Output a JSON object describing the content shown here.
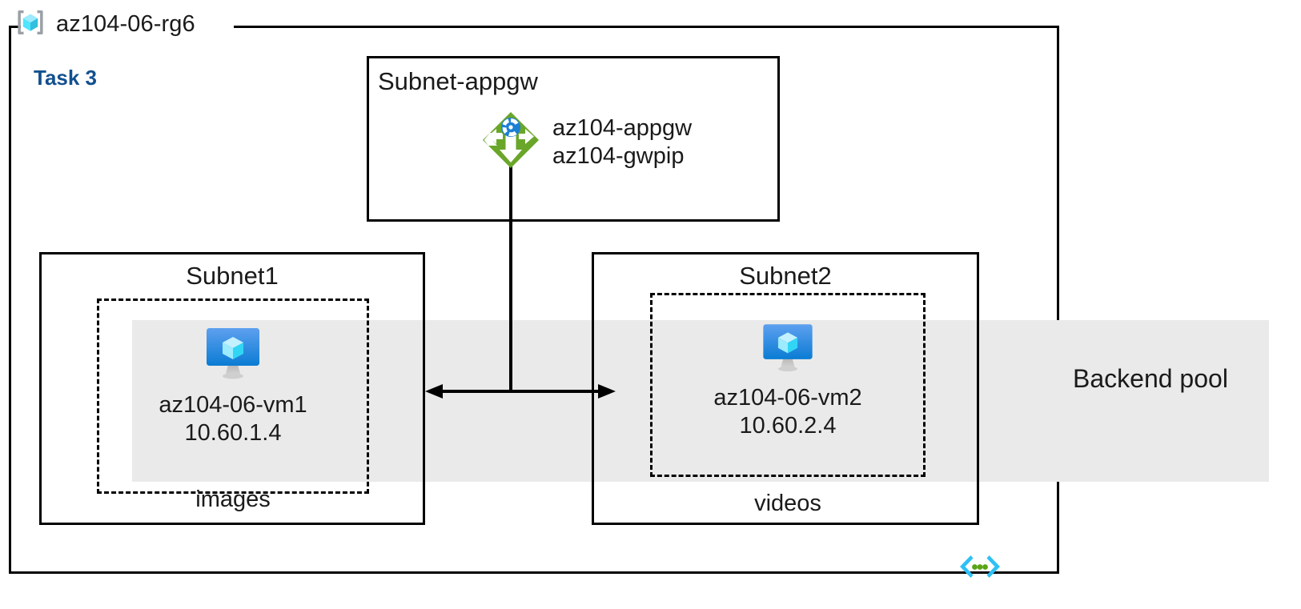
{
  "diagram": {
    "type": "azure-architecture",
    "resource_group": {
      "name": "az104-06-rg6",
      "icon": "azure-resource-group-icon"
    },
    "task_badge": {
      "label": "Task 3",
      "color": "#12508f"
    },
    "backend_pool": {
      "label": "Backend pool",
      "band_color": "#eaeaea"
    },
    "bottom_icon": {
      "name": "code-brackets-icon",
      "bracket_color": "#29b6f6",
      "dot_color": "#5aa416"
    },
    "subnets": [
      {
        "id": "subnet-appgw",
        "title": "Subnet-appgw",
        "title_align": "left",
        "resource": {
          "icon": "application-gateway-icon",
          "icon_color": "#6aa62a",
          "labels": [
            "az104-appgw",
            "az104-gwpip"
          ]
        }
      },
      {
        "id": "subnet1",
        "title": "Subnet1",
        "title_align": "center",
        "footer": "images",
        "vm": {
          "icon": "virtual-machine-icon",
          "name": "az104-06-vm1",
          "ip": "10.60.1.4"
        }
      },
      {
        "id": "subnet2",
        "title": "Subnet2",
        "title_align": "center",
        "footer": "videos",
        "vm": {
          "icon": "virtual-machine-icon",
          "name": "az104-06-vm2",
          "ip": "10.60.2.4"
        }
      }
    ],
    "connectors": [
      {
        "from": "subnet-appgw",
        "to": "subnet1",
        "arrow": "single"
      },
      {
        "from": "subnet-appgw",
        "to": "subnet2",
        "arrow": "single"
      }
    ],
    "colors": {
      "border": "#000000",
      "text": "#1a1a1a",
      "band": "#eaeaea",
      "accent_blue": "#12508f",
      "vm_blue": "#1e88e5",
      "appgw_green": "#6aa62a",
      "cube_cyan": "#50e6ff"
    }
  }
}
